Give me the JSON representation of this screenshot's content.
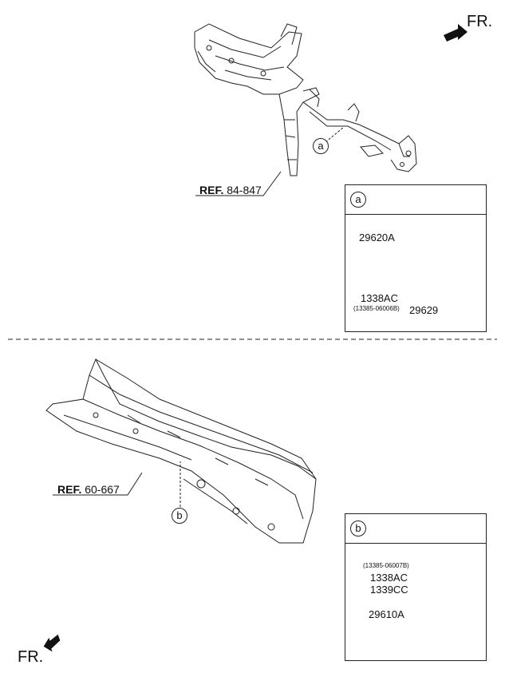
{
  "top": {
    "fr_label": "FR.",
    "ref_prefix": "REF.",
    "ref_number": "84-847",
    "callout": "a",
    "panel": {
      "header": "a",
      "parts": {
        "module": "29620A",
        "nut": "1338AC",
        "nut_sub": "(13385-06006B)",
        "bracket": "29629"
      }
    }
  },
  "bottom": {
    "fr_label": "FR.",
    "ref_prefix": "REF.",
    "ref_number": "60-667",
    "callout": "b",
    "panel": {
      "header": "b",
      "parts": {
        "sub": "(13385-06007B)",
        "nut1": "1338AC",
        "nut2": "1339CC",
        "sensor": "29610A"
      }
    }
  }
}
